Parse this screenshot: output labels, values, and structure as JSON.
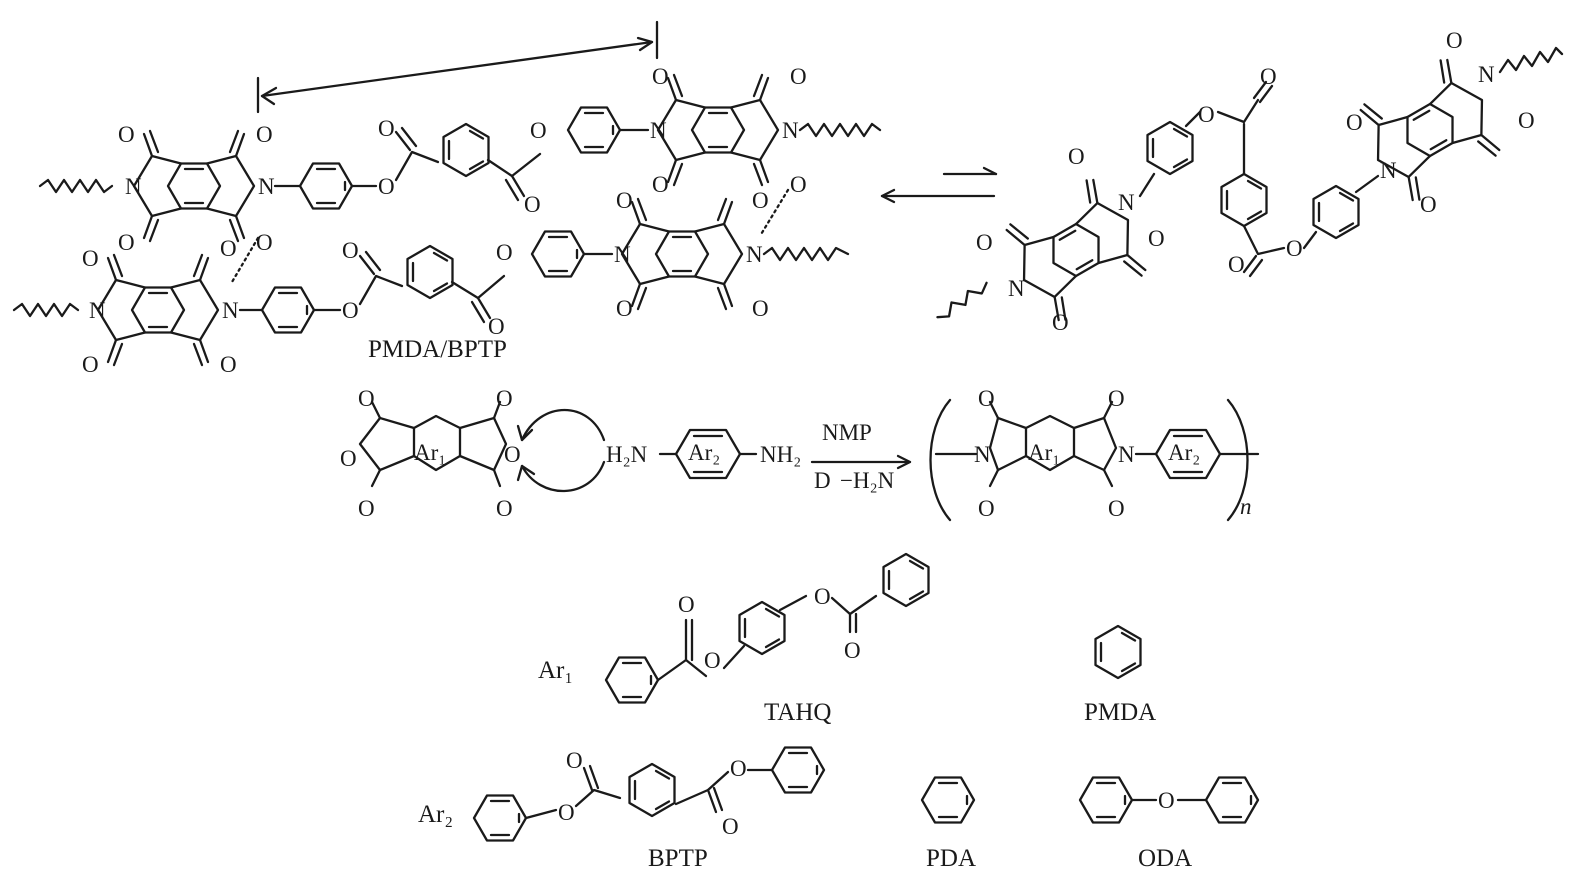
{
  "captions": {
    "pmda_bptp": "PMDA/BPTP",
    "tahq": "TAHQ",
    "pmda": "PMDA",
    "bptp": "BPTP",
    "pda": "PDA",
    "oda": "ODA"
  },
  "reaction": {
    "solvent": "NMP",
    "heat": "D",
    "byproduct": "−H₂N",
    "amine_left": "H₂N",
    "amine_right": "NH₂",
    "ar1": "Ar₁",
    "ar2": "Ar₂",
    "repeat": "n"
  },
  "groups": {
    "ar1_label": "Ar₁",
    "ar2_label": "Ar₂"
  },
  "atoms": {
    "oxygen": "O",
    "nitrogen": "N"
  }
}
